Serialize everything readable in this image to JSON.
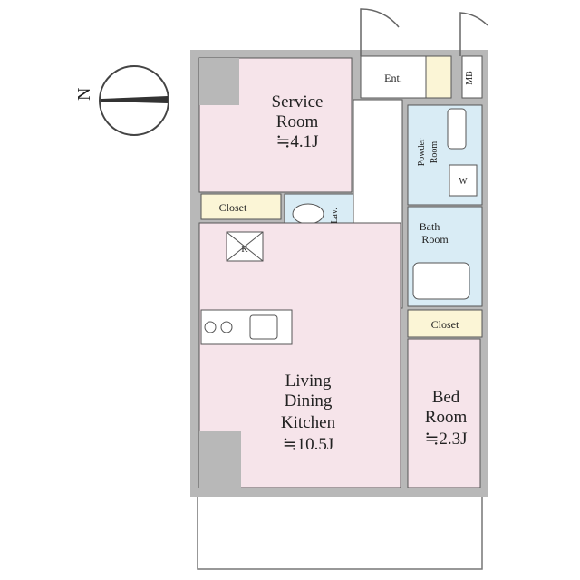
{
  "compass": {
    "letter": "N"
  },
  "rooms": {
    "service": {
      "line1": "Service",
      "line2": "Room",
      "size": "≒4.1J"
    },
    "ldk": {
      "line1": "Living",
      "line2": "Dining",
      "line3": "Kitchen",
      "size": "≒10.5J"
    },
    "bed": {
      "line1": "Bed",
      "line2": "Room",
      "size": "≒2.3J"
    },
    "powder": {
      "line1": "Powder",
      "line2": "Room"
    },
    "bath": {
      "line1": "Bath",
      "line2": "Room"
    },
    "closet_left": "Closet",
    "closet_right": "Closet",
    "ent": "Ent.",
    "mb": "MB",
    "lav": "Lav.",
    "w_mark": "W",
    "k_mark": "K"
  },
  "colors": {
    "room_pink": "#f6e4ea",
    "wet_blue": "#d9ecf5",
    "wall_gray": "#b8b8b8",
    "closet_yellow": "#fbf5d6",
    "line": "#555555"
  }
}
